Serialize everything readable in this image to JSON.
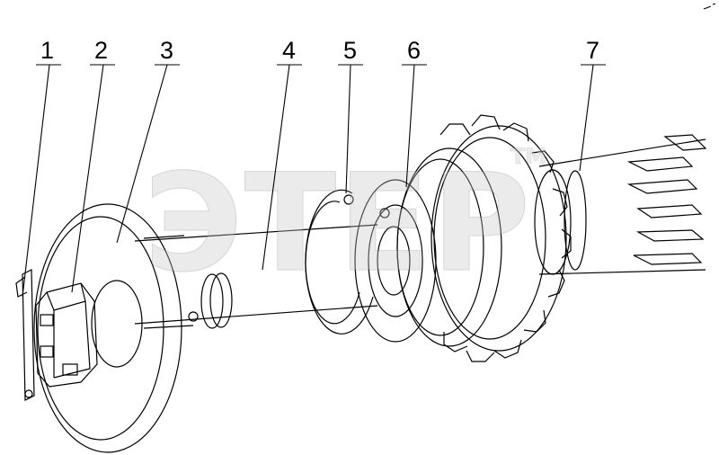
{
  "diagram": {
    "callouts": [
      {
        "id": "1",
        "label": "1"
      },
      {
        "id": "2",
        "label": "2"
      },
      {
        "id": "3",
        "label": "3"
      },
      {
        "id": "4",
        "label": "4"
      },
      {
        "id": "5",
        "label": "5"
      },
      {
        "id": "6",
        "label": "6"
      },
      {
        "id": "7",
        "label": "7"
      }
    ]
  },
  "watermark": {
    "text": "ЭТЕР",
    "trademark": "TM"
  },
  "colors": {
    "line": "#000000",
    "background": "#ffffff",
    "watermark": "#c8c8c8"
  }
}
